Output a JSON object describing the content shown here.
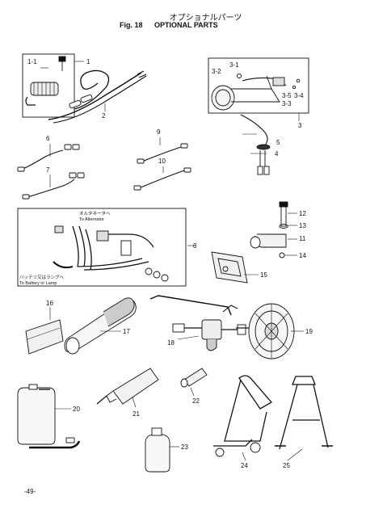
{
  "header": {
    "title_jp": "オプショナルパーツ",
    "fig_number": "Fig. 18",
    "title_en": "OPTIONAL PARTS"
  },
  "callouts": {
    "c1_1": "1-1",
    "c1": "1",
    "c2": "2",
    "c3_1": "3-1",
    "c3_2": "3-2",
    "c3_5": "3-5",
    "c3_4": "3-4",
    "c3_3": "3-3",
    "c3": "3",
    "c4": "4",
    "c5": "5",
    "c6": "6",
    "c7": "7",
    "c8": "8",
    "c9": "9",
    "c10": "10",
    "c11": "11",
    "c12": "12",
    "c13": "13",
    "c14": "14",
    "c15": "15",
    "c16": "16",
    "c17": "17",
    "c18": "18",
    "c19": "19",
    "c20": "20",
    "c21": "21",
    "c22": "22",
    "c23": "23",
    "c24": "24",
    "c25": "25"
  },
  "harness_notes": {
    "alternator_jp": "オルタネータへ",
    "alternator_en": "To Alternator",
    "battery_jp": "バッテリ又はランプへ",
    "battery_en": "To Battery or Lamp"
  },
  "footer": {
    "page_number": "-49-"
  }
}
